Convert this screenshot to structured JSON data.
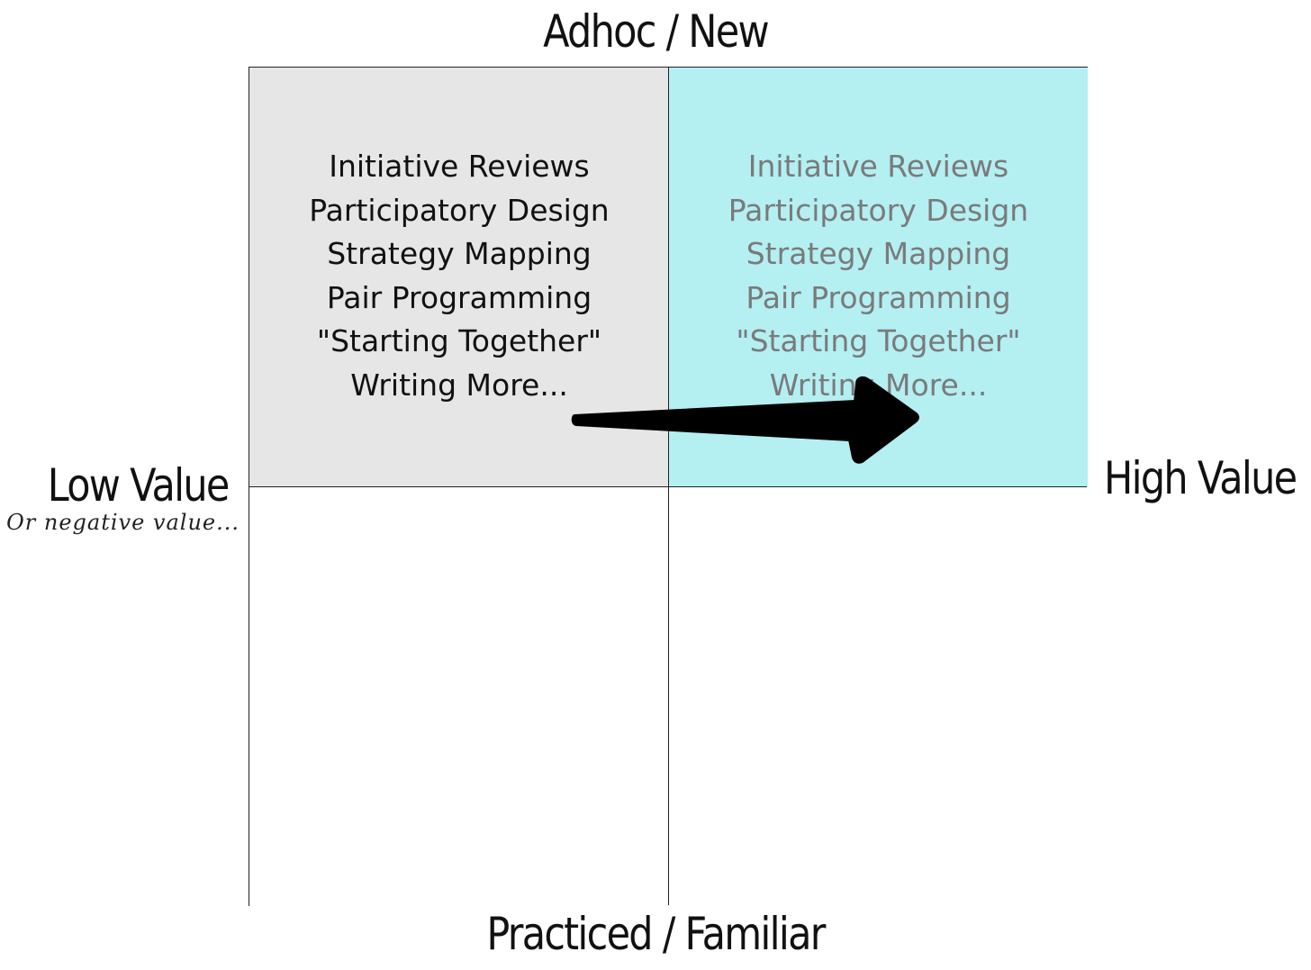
{
  "axes": {
    "top": "Adhoc / New",
    "bottom": "Practiced / Familiar",
    "left": "Low Value",
    "left_note": "Or negative value...",
    "right": "High Value"
  },
  "quadrants": {
    "top_left": {
      "items": [
        "Initiative Reviews",
        "Participatory Design",
        "Strategy Mapping",
        "Pair Programming",
        "\"Starting Together\"",
        "Writing More..."
      ]
    },
    "top_right": {
      "items": [
        "Initiative Reviews",
        "Participatory Design",
        "Strategy Mapping",
        "Pair Programming",
        "\"Starting Together\"",
        "Writing More..."
      ]
    }
  },
  "colors": {
    "top_left_fill": "#e6e6e6",
    "top_right_fill": "#b4eff2",
    "arrow": "#000000"
  },
  "icons": {
    "arrow": "arrow-right-icon"
  }
}
